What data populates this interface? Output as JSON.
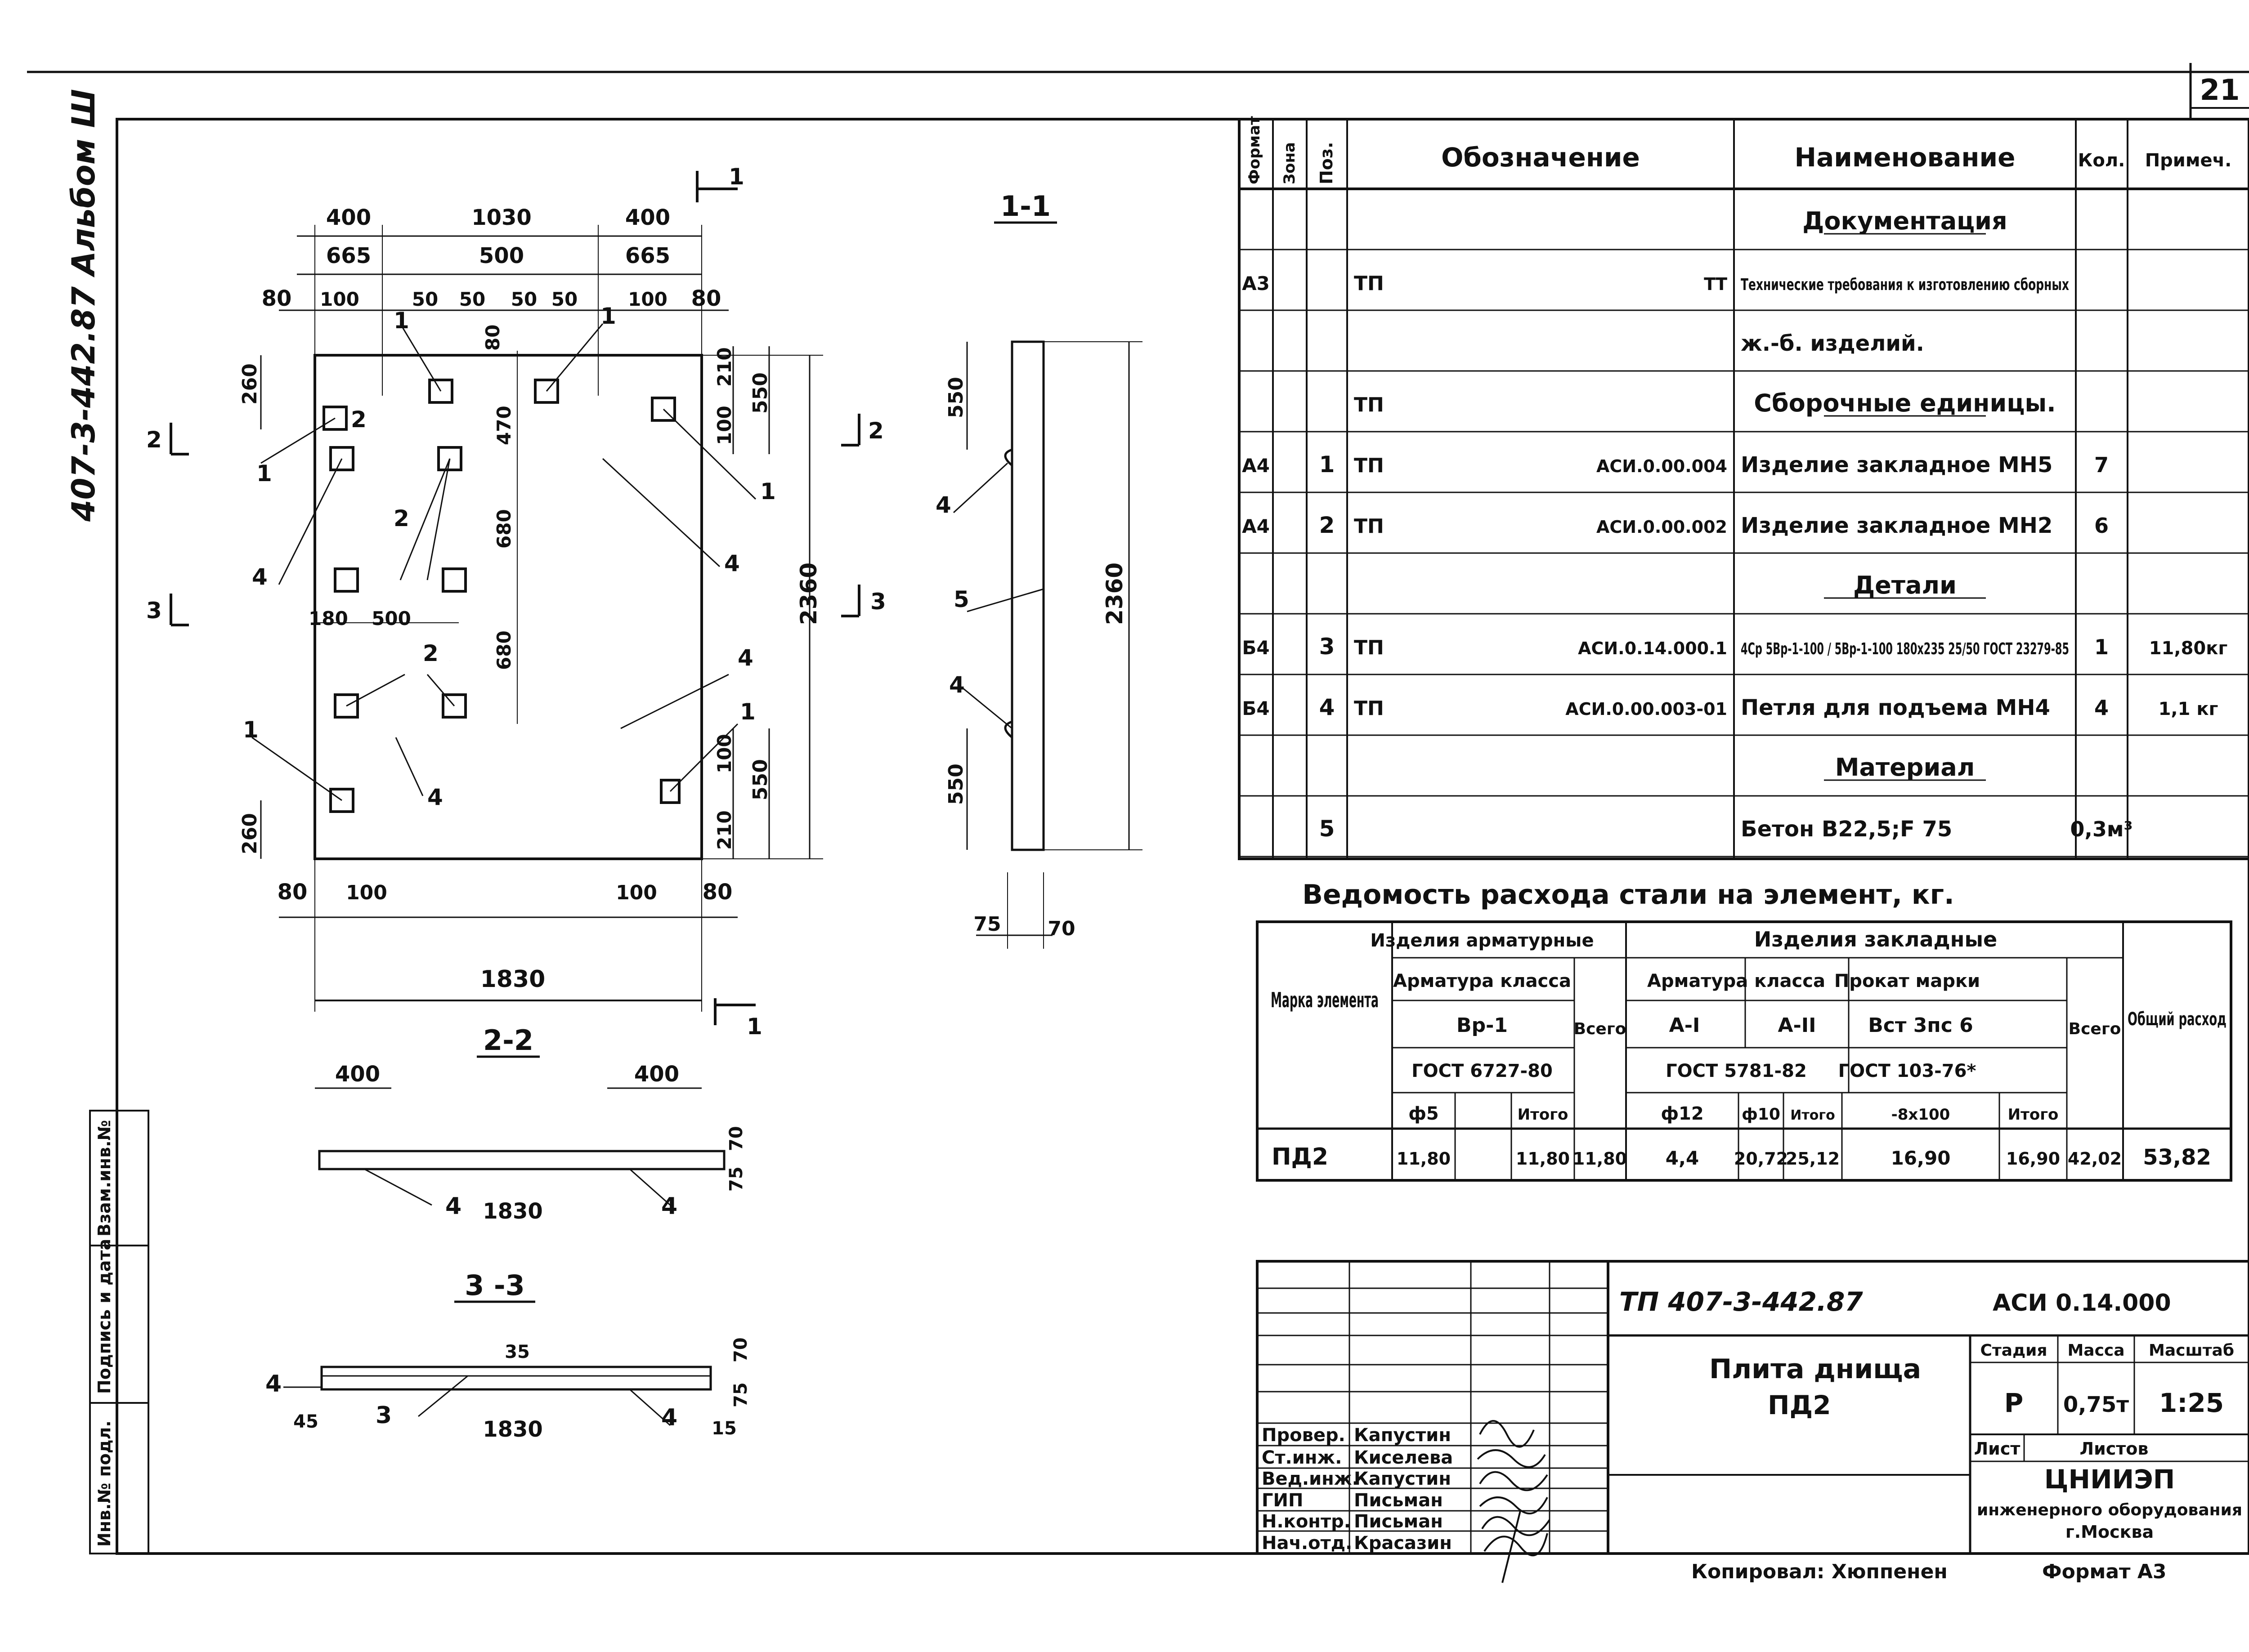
{
  "sheet_number": "21",
  "album_label": "407-3-442.87 Альбом Ш",
  "sections": {
    "s11": "1-1",
    "s22": "2-2",
    "s33": "3 -3",
    "cut1_top": "1",
    "cut1_bot": "1",
    "cut2_left": "2",
    "cut2_right": "2",
    "cut3_left": "3",
    "cut3_right": "3"
  },
  "plan": {
    "dims_top_row1": [
      "400",
      "1030",
      "400"
    ],
    "dims_top_row2": [
      "665",
      "500",
      "665"
    ],
    "dims_top_row3": [
      "80",
      "100",
      "50",
      "50",
      "50",
      "50",
      "100",
      "80"
    ],
    "dim_80_top": "80",
    "left_dims": [
      "260",
      "470",
      "680",
      "680",
      "260"
    ],
    "dim_180": "180",
    "dim_500_mid": "500",
    "right_dims_top": [
      "210",
      "100",
      "550"
    ],
    "right_dims_bot": [
      "100",
      "550",
      "210"
    ],
    "overall_height": "2360",
    "bottom_dims": [
      "80",
      "100",
      "100",
      "80"
    ],
    "overall_width": "1830",
    "callouts": [
      "1",
      "1",
      "1",
      "1",
      "1",
      "1",
      "2",
      "2",
      "2",
      "2",
      "4",
      "4",
      "4",
      "4"
    ]
  },
  "section11": {
    "dims": [
      "550",
      "550",
      "2360",
      "75",
      "70"
    ],
    "callouts": [
      "4",
      "5",
      "4"
    ]
  },
  "section22": {
    "dims": [
      "400",
      "400",
      "70",
      "75",
      "1830"
    ],
    "callouts": [
      "4",
      "4"
    ]
  },
  "section33": {
    "dims": [
      "35",
      "70",
      "75",
      "45",
      "1830",
      "15"
    ],
    "callouts": [
      "4",
      "3",
      "4"
    ]
  },
  "spec": {
    "headers": [
      "Формат",
      "Зона",
      "Поз.",
      "Обозначение",
      "Наименование",
      "Кол.",
      "Примеч."
    ],
    "rows": [
      {
        "fmt": "",
        "zone": "",
        "pos": "",
        "code": "",
        "name": "Документация",
        "qty": "",
        "note": "",
        "heading": true
      },
      {
        "fmt": "A3",
        "zone": "",
        "pos": "",
        "code": "ТП",
        "code2": "ТТ",
        "name": "Технические требования к изготовлению сборных",
        "qty": "",
        "note": ""
      },
      {
        "fmt": "",
        "zone": "",
        "pos": "",
        "code": "",
        "name": "ж.-б. изделий.",
        "qty": "",
        "note": ""
      },
      {
        "fmt": "",
        "zone": "",
        "pos": "",
        "code": "ТП",
        "name": "Сборочные единицы.",
        "qty": "",
        "note": "",
        "heading": true
      },
      {
        "fmt": "A4",
        "zone": "",
        "pos": "1",
        "code": "ТП",
        "code2": "АСИ.0.00.004",
        "name": "Изделие закладное МН5",
        "qty": "7",
        "note": ""
      },
      {
        "fmt": "A4",
        "zone": "",
        "pos": "2",
        "code": "ТП",
        "code2": "АСИ.0.00.002",
        "name": "Изделие закладное МН2",
        "qty": "6",
        "note": ""
      },
      {
        "fmt": "",
        "zone": "",
        "pos": "",
        "code": "",
        "name": "Детали",
        "qty": "",
        "note": "",
        "heading": true
      },
      {
        "fmt": "Б4",
        "zone": "",
        "pos": "3",
        "code": "ТП",
        "code2": "АСИ.0.14.000.1",
        "name": "4Ср 5Вр-1-100 / 5Вр-1-100 180х235 25/50 ГОСТ 23279-85",
        "qty": "1",
        "note": "11,80кг"
      },
      {
        "fmt": "Б4",
        "zone": "",
        "pos": "4",
        "code": "ТП",
        "code2": "АСИ.0.00.003-01",
        "name": "Петля для подъема МН4",
        "qty": "4",
        "note": "1,1 кг"
      },
      {
        "fmt": "",
        "zone": "",
        "pos": "",
        "code": "",
        "name": "Материал",
        "qty": "",
        "note": "",
        "heading": true
      },
      {
        "fmt": "",
        "zone": "",
        "pos": "5",
        "code": "",
        "name": "Бетон В22,5;F 75",
        "qty": "0,3м³",
        "note": ""
      }
    ]
  },
  "steel": {
    "title": "Ведомость расхода стали на элемент, кг.",
    "col_mark": "Марка элемента",
    "grp_arm": "Изделия арматурные",
    "grp_zakl": "Изделия закладные",
    "arm_class": "Арматура класса",
    "arm_class2": "Арматура класса",
    "prokat": "Прокат марки",
    "vr1": "Вр-1",
    "a1": "А-I",
    "a2": "А-II",
    "vst": "Вст 3пс 6",
    "gost1": "ГОСТ 6727-80",
    "gost2": "ГОСТ 5781-82",
    "gost3": "ГОСТ 103-76*",
    "vsego": "Всего",
    "vsego2": "Всего",
    "total": "Общий расход",
    "phi5": "ф5",
    "itogo1": "Итого",
    "phi12": "ф12",
    "phi10": "ф10",
    "itogo2": "Итого",
    "strip": "-8х100",
    "itogo3": "Итого",
    "row": {
      "mark": "ПД2",
      "v1": "11,80",
      "v2": "11,80",
      "v3": "11,80",
      "v4": "4,4",
      "v5": "20,72",
      "v6": "25,12",
      "v7": "16,90",
      "v8": "16,90",
      "v9": "42,02",
      "v10": "53,82"
    }
  },
  "title_block": {
    "doc_code": "ТП 407-3-442.87",
    "doc_code2": "АСИ 0.14.000",
    "product_name": "Плита днища",
    "product_mark": "ПД2",
    "stage_label": "Стадия",
    "mass_label": "Масса",
    "scale_label": "Масштаб",
    "stage": "Р",
    "mass": "0,75т",
    "scale": "1:25",
    "sheet_label": "Лист",
    "sheets_label": "Листов",
    "org1": "ЦНИИЭП",
    "org2": "инженерного оборудования",
    "org3": "г.Москва",
    "roles": [
      "Провер.",
      "Ст.инж.",
      "Вед.инж.",
      "ГИП",
      "Н.контр.",
      "Нач.отд."
    ],
    "names": [
      "Капустин",
      "Киселева",
      "Капустин",
      "Письман",
      "Письман",
      "Красазин"
    ],
    "copied": "Копировал: Хюппенен",
    "format": "Формат А3"
  },
  "left_strip": [
    "Инв.№ подл.",
    "Подпись и дата",
    "Взам.инв.№"
  ]
}
